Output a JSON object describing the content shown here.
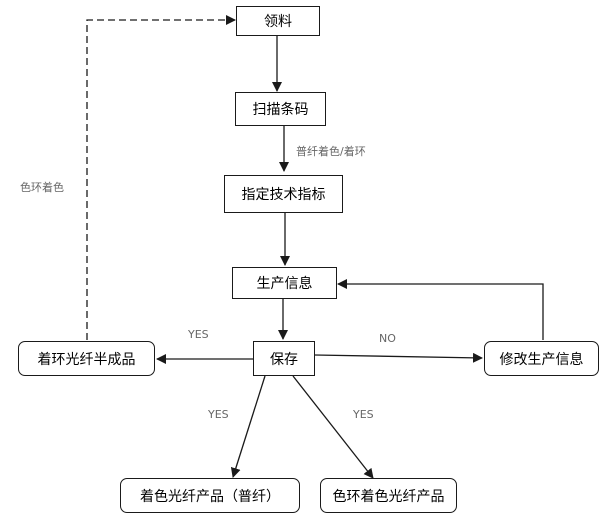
{
  "nodes": {
    "pick_material": "领料",
    "scan_barcode": "扫描条码",
    "assign_spec": "指定技术指标",
    "production_info": "生产信息",
    "save": "保存",
    "ring_semifinished": "着环光纤半成品",
    "modify_info": "修改生产信息",
    "colored_product": "着色光纤产品（普纤）",
    "ring_colored_product": "色环着色光纤产品"
  },
  "edge_labels": {
    "scan_to_spec": "普纤着色/着环",
    "ring_loop": "色环着色",
    "save_to_semifinished": "YES",
    "save_to_modify": "NO",
    "save_to_colored": "YES",
    "save_to_ring_colored": "YES"
  },
  "colors": {
    "stroke": "#1a1a1a",
    "label": "#666666",
    "background": "#ffffff"
  }
}
